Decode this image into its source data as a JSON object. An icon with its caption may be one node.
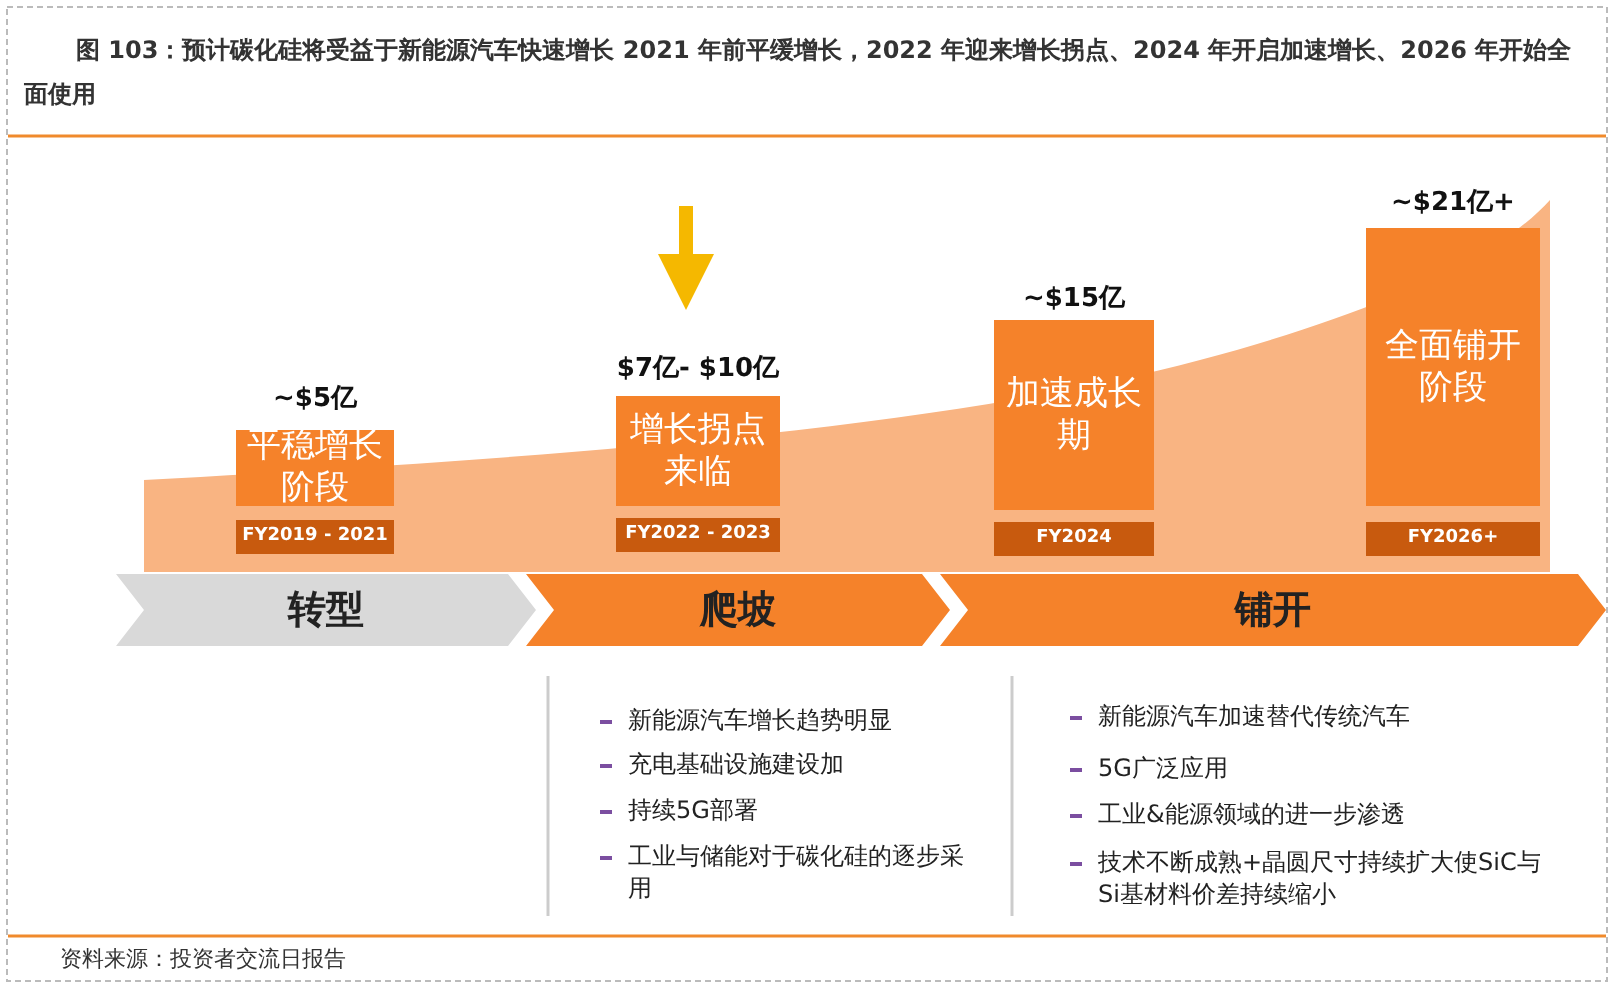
{
  "diagram": {
    "title": "图 103：预计碳化硅将受益于新能源汽车快速增长 2021 年前平缓增长，2022 年迎来增长拐点、2024 年开启加速增长、2026 年开始全面使用",
    "nodes": [
      {
        "text": [
          "平稳增长阶段"
        ],
        "beside": [
          "~$5亿"
        ]
      },
      {
        "text": [
          "FY2019 - 2021"
        ]
      },
      {
        "text": [
          "增长拐点来临"
        ],
        "beside": [
          "$7亿- $10亿"
        ]
      },
      {
        "text": [
          "FY2022 - 2023"
        ]
      },
      {
        "text": [
          "加速成长期"
        ],
        "beside": [
          "~$15亿"
        ]
      },
      {
        "text": [
          "FY2024"
        ]
      },
      {
        "text": [
          "全面铺开阶段"
        ],
        "beside": [
          "~$21亿+"
        ]
      },
      {
        "text": [
          "FY2026+"
        ]
      },
      {
        "text": [
          "转型"
        ]
      },
      {
        "text": [
          "爬坡"
        ]
      },
      {
        "text": [
          "铺开"
        ]
      }
    ],
    "edges": [
      {
        "from": null,
        "to": 2,
        "arrow": "to",
        "color": "#f5b800"
      }
    ],
    "labels": [
      "新能源汽车增长趋势明显",
      "充电基础设施建设加",
      "持续5G部署",
      "工业与储能对于碳化硅的逐步采用",
      "新能源汽车加速替代传统汽车",
      "5G广泛应用",
      "工业&能源领域的进一步渗透",
      "技术不断成熟+晶圆尺寸持续扩大使SiC与Si基材料价差持续缩小",
      "资料来源：投资者交流日报告"
    ]
  }
}
